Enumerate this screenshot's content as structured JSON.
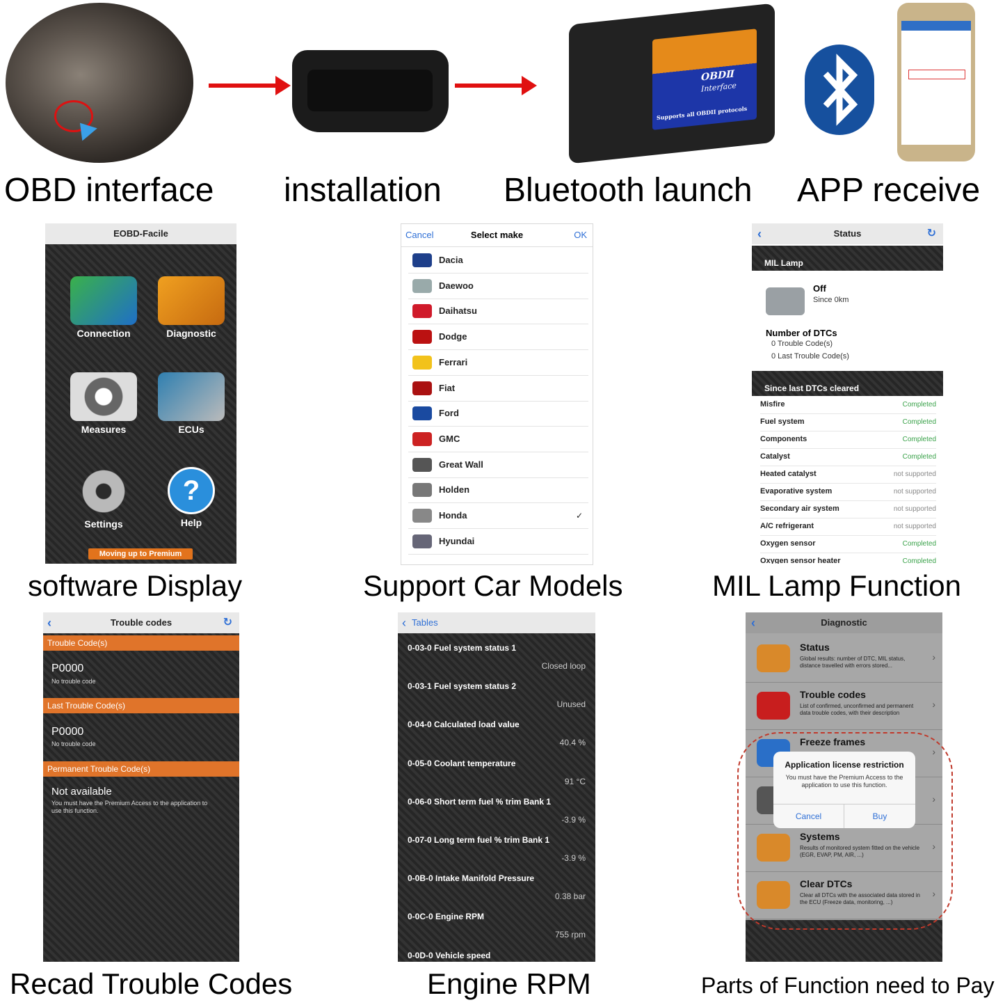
{
  "captions": {
    "obd_interface": "OBD interface",
    "installation": "installation",
    "bluetooth_launch": "Bluetooth launch",
    "app_receive": "APP receive",
    "software_display": "software Display",
    "support_car_models": "Support Car Models",
    "mil_lamp_function": "MIL Lamp Function",
    "recad_trouble_codes": "Recad Trouble Codes",
    "engine_rpm": "Engine RPM",
    "parts_need_pay": "Parts of Function need to Pay"
  },
  "dongle": {
    "brand": "OBDⅡ",
    "line1": "Interface",
    "line2": "Supports all OBDII protocols"
  },
  "eobd": {
    "title": "EOBD-Facile",
    "items": [
      "Connection",
      "Diagnostic",
      "Measures",
      "ECUs",
      "Settings",
      "Help"
    ],
    "premium_button": "Moving up to Premium"
  },
  "select_make": {
    "cancel": "Cancel",
    "title": "Select make",
    "ok": "OK",
    "makes": [
      "Dacia",
      "Daewoo",
      "Daihatsu",
      "Dodge",
      "Ferrari",
      "Fiat",
      "Ford",
      "GMC",
      "Great Wall",
      "Holden",
      "Honda",
      "Hyundai"
    ],
    "checked": "✓"
  },
  "status": {
    "title": "Status",
    "mil_header": "MIL Lamp",
    "off": "Off",
    "since": "Since 0km",
    "dtc_title": "Number of DTCs",
    "dtc_line1": "0 Trouble Code(s)",
    "dtc_line2": "0 Last Trouble Code(s)",
    "since_header": "Since last DTCs cleared",
    "rows": [
      {
        "label": "Misfire",
        "value": "Completed"
      },
      {
        "label": "Fuel system",
        "value": "Completed"
      },
      {
        "label": "Components",
        "value": "Completed"
      },
      {
        "label": "Catalyst",
        "value": "Completed"
      },
      {
        "label": "Heated catalyst",
        "value": "not supported"
      },
      {
        "label": "Evaporative system",
        "value": "not supported"
      },
      {
        "label": "Secondary air system",
        "value": "not supported"
      },
      {
        "label": "A/C refrigerant",
        "value": "not supported"
      },
      {
        "label": "Oxygen sensor",
        "value": "Completed"
      },
      {
        "label": "Oxygen sensor heater",
        "value": "Completed"
      }
    ]
  },
  "trouble": {
    "title": "Trouble codes",
    "sec1": "Trouble Code(s)",
    "code1": "P0000",
    "sub1": "No trouble code",
    "sec2": "Last Trouble Code(s)",
    "code2": "P0000",
    "sub2": "No trouble code",
    "sec3": "Permanent Trouble Code(s)",
    "na": "Not available",
    "na_msg": "You must have the Premium Access to the application to use this function."
  },
  "tables": {
    "back": "Tables",
    "rows": [
      {
        "k": "0-03-0 Fuel system status 1",
        "v": "Closed loop"
      },
      {
        "k": "0-03-1 Fuel system status 2",
        "v": "Unused"
      },
      {
        "k": "0-04-0 Calculated load value",
        "v": "40.4 %"
      },
      {
        "k": "0-05-0 Coolant temperature",
        "v": "91 °C"
      },
      {
        "k": "0-06-0 Short term fuel % trim Bank 1",
        "v": "-3.9 %"
      },
      {
        "k": "0-07-0 Long term fuel % trim Bank 1",
        "v": "-3.9 %"
      },
      {
        "k": "0-0B-0 Intake Manifold Pressure",
        "v": "0.38 bar"
      },
      {
        "k": "0-0C-0 Engine RPM",
        "v": "755 rpm"
      },
      {
        "k": "0-0D-0 Vehicle speed",
        "v": ""
      }
    ]
  },
  "diagnostic": {
    "title": "Diagnostic",
    "rows": [
      {
        "t": "Status",
        "d": "Global results: number of DTC, MIL status, distance travelled with errors stored..."
      },
      {
        "t": "Trouble codes",
        "d": "List of confirmed, unconfirmed and permanent data trouble codes, with their description"
      },
      {
        "t": "Freeze frames",
        "d": ""
      },
      {
        "t": "",
        "d": ""
      },
      {
        "t": "Systems",
        "d": "Results of monitored system fitted on the vehicle (EGR, EVAP, PM, AIR, ...)"
      },
      {
        "t": "Clear DTCs",
        "d": "Clear all DTCs with the associated data stored in the ECU (Freeze data, monitoring, ...)"
      }
    ],
    "modal_title": "Application license restriction",
    "modal_msg": "You must have the Premium Access to the application to use this function.",
    "cancel": "Cancel",
    "buy": "Buy"
  }
}
